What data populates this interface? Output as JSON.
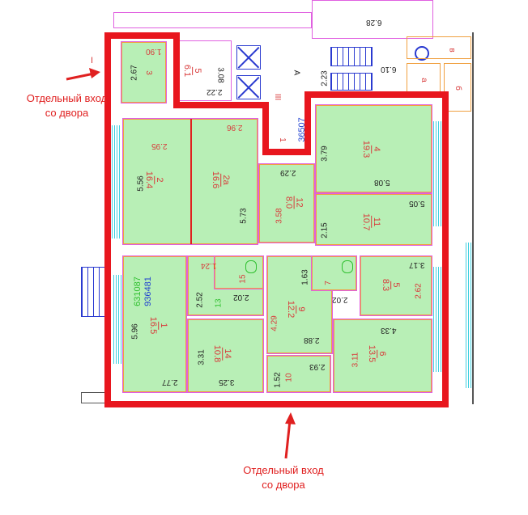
{
  "colors": {
    "boundary": "#e8161e",
    "room_fill": "#b8efb6",
    "wall": "#f0a040",
    "outline": "#e060e0",
    "annotation": "#e02020"
  },
  "annotations": {
    "left_entrance": "Отдельный вход со двора",
    "bottom_entrance": "Отдельный вход со двора",
    "left_marker": "I"
  },
  "rooms": [
    {
      "num": "3",
      "dims": [
        "2.67",
        "1.90"
      ]
    },
    {
      "num": "5",
      "area": "6.1",
      "dims": [
        "3.08",
        "2.22"
      ]
    },
    {
      "num": "A"
    },
    {
      "num": "III"
    },
    {
      "num": "1",
      "code": "36507"
    },
    {
      "num": "2",
      "area": "16.4",
      "dims": [
        "5.56",
        "2.95"
      ]
    },
    {
      "num": "2a",
      "area": "16.6",
      "dims": [
        "5.73",
        "2.96"
      ]
    },
    {
      "num": "12",
      "area": "8.0",
      "dims": [
        "3.58",
        "2.29"
      ]
    },
    {
      "num": "4",
      "area": "19.3",
      "dims": [
        "3.79",
        "5.08"
      ]
    },
    {
      "num": "11",
      "area": "10.7",
      "dims": [
        "2.15",
        "5.05"
      ]
    },
    {
      "num": "1",
      "area": "16.5",
      "dims": [
        "5.96",
        "2.77"
      ],
      "codes": [
        "631087",
        "936481"
      ]
    },
    {
      "num": "13",
      "dims": [
        "2.52"
      ]
    },
    {
      "num": "15",
      "dims": [
        "1.24",
        "2.02"
      ]
    },
    {
      "num": "14",
      "area": "10.8",
      "dims": [
        "3.31",
        "3.25"
      ]
    },
    {
      "num": "9",
      "area": "12.2",
      "dims": [
        "4.29",
        "2.88"
      ]
    },
    {
      "num": "7",
      "dims": [
        "1.63",
        "2.02"
      ]
    },
    {
      "num": "5",
      "area": "8.3",
      "dims": [
        "3.17",
        "2.62"
      ]
    },
    {
      "num": "6",
      "area": "13.5",
      "dims": [
        "3.11",
        "4.33"
      ]
    },
    {
      "num": "10",
      "dims": [
        "1.52",
        "2.93"
      ]
    }
  ],
  "outside": {
    "top_room": "6.28",
    "stair_dim": "2.23",
    "hall_dim": "6.10",
    "small": [
      "в",
      "а",
      "б"
    ]
  }
}
